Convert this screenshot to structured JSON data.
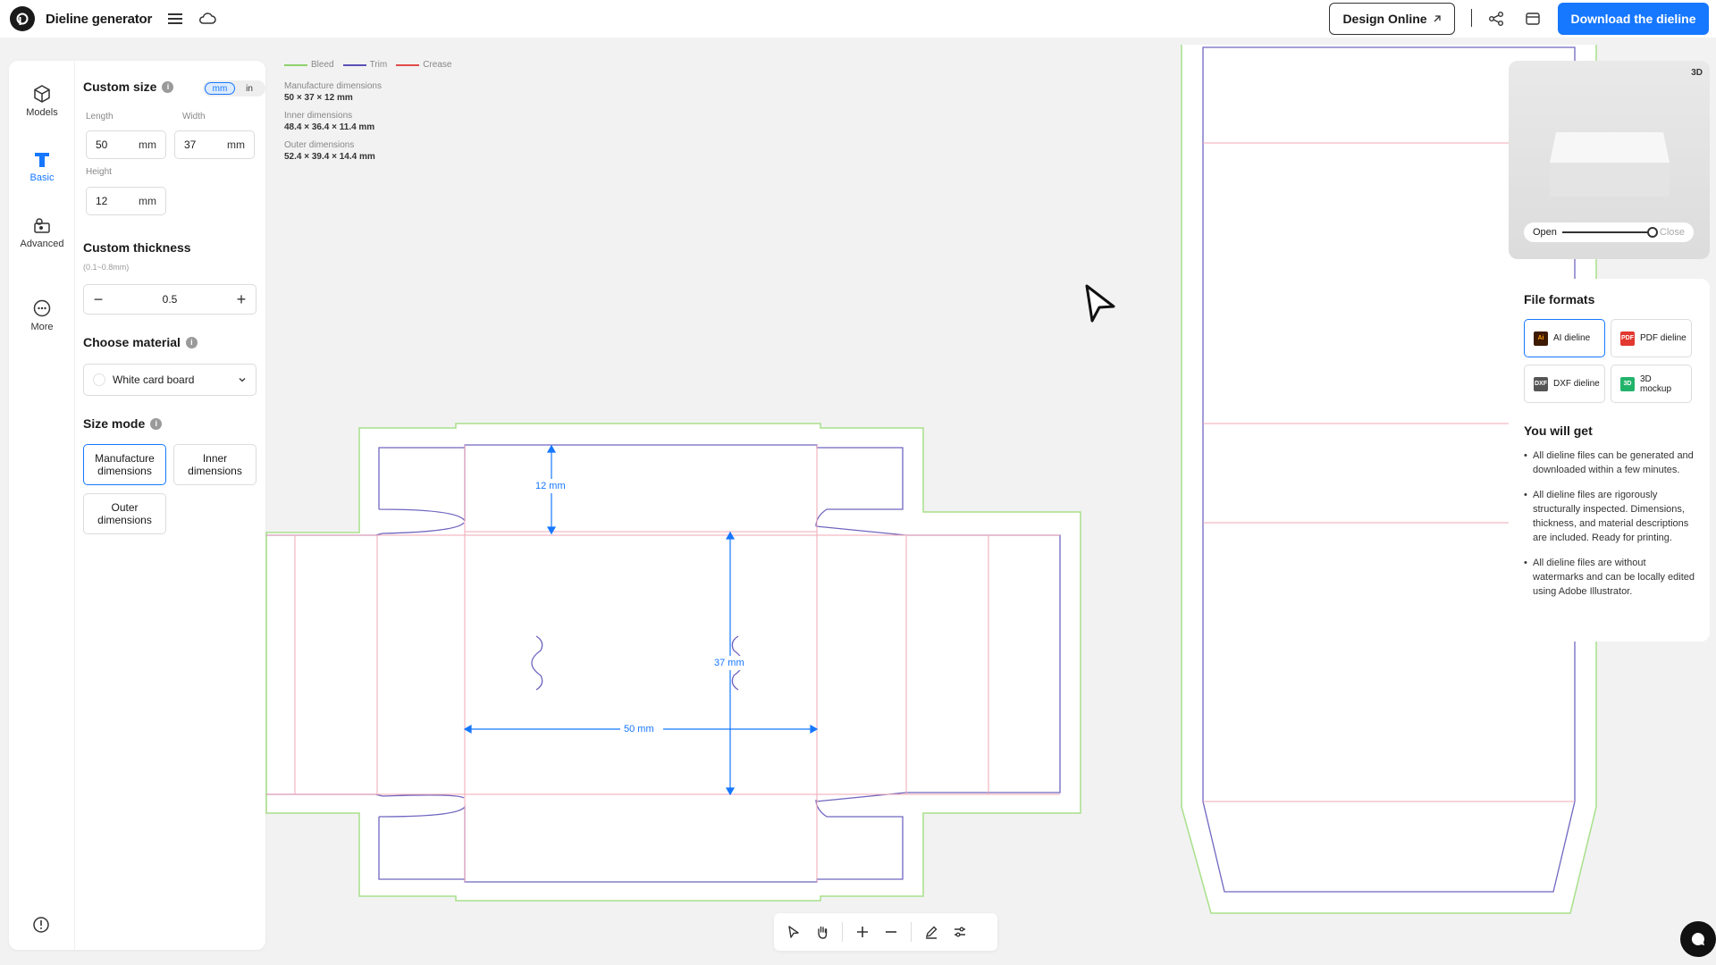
{
  "app": {
    "title": "Dieline generator"
  },
  "topbar": {
    "design_online": "Design Online",
    "download": "Download the dieline"
  },
  "rail": [
    {
      "label": "Models",
      "icon": "cube-icon"
    },
    {
      "label": "Basic",
      "icon": "text-t-icon"
    },
    {
      "label": "Advanced",
      "icon": "advanced-icon"
    },
    {
      "label": "More",
      "icon": "more-icon"
    }
  ],
  "form": {
    "custom_size": "Custom size",
    "units": [
      "mm",
      "in"
    ],
    "length_label": "Length",
    "width_label": "Width",
    "height_label": "Height",
    "length": "50",
    "width": "37",
    "height": "12",
    "unit": "mm",
    "thickness_title": "Custom thickness",
    "thickness_hint": "(0.1~0.8mm)",
    "thickness": "0.5",
    "material_title": "Choose material",
    "material": "White card board",
    "size_mode_title": "Size mode",
    "modes": [
      "Manufacture dimensions",
      "Inner dimensions",
      "Outer dimensions"
    ]
  },
  "legend": [
    {
      "label": "Bleed",
      "color": "#8fd16a"
    },
    {
      "label": "Trim",
      "color": "#5a52b8"
    },
    {
      "label": "Crease",
      "color": "#e04a4a"
    }
  ],
  "dims": [
    {
      "label": "Manufacture dimensions",
      "value": "50 × 37 × 12 mm"
    },
    {
      "label": "Inner dimensions",
      "value": "48.4 × 36.4 × 11.4 mm"
    },
    {
      "label": "Outer dimensions",
      "value": "52.4 × 39.4 × 14.4 mm"
    }
  ],
  "annotations": {
    "height": "12 mm",
    "width": "37 mm",
    "length": "50 mm"
  },
  "preview": {
    "badge": "3D",
    "open": "Open",
    "close": "Close"
  },
  "formats": {
    "title": "File formats",
    "items": [
      {
        "label": "AI dieline",
        "icon_text": "Ai",
        "color": "#3d1a00"
      },
      {
        "label": "PDF dieline",
        "icon_text": "PDF",
        "color": "#e2382f"
      },
      {
        "label": "DXF dieline",
        "icon_text": "DXF",
        "color": "#555555"
      },
      {
        "label": "3D mockup",
        "icon_text": "3D",
        "color": "#22b36b"
      }
    ],
    "get_title": "You will get",
    "benefits": [
      "All dieline files can be generated and downloaded within a few minutes.",
      "All dieline files are rigorously structurally inspected. Dimensions, thickness, and material descriptions are included. Ready for printing.",
      "All dieline files are without watermarks and can be locally edited using Adobe Illustrator."
    ]
  },
  "colors": {
    "accent": "#1677ff",
    "bleed": "#8fd16a",
    "trim": "#5a52b8",
    "crease": "#e04a4a"
  }
}
